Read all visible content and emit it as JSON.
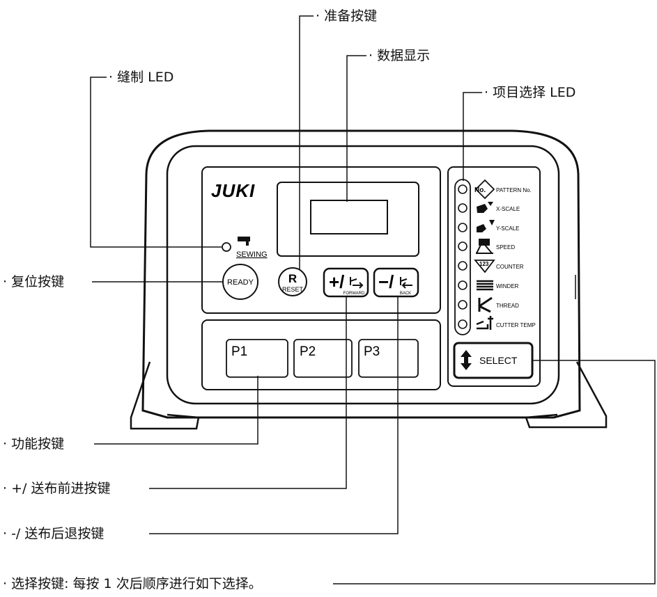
{
  "callouts": {
    "ready_key": "· 准备按键",
    "data_display": "· 数据显示",
    "sewing_led": "· 缝制 LED",
    "item_led": "· 项目选择 LED",
    "reset_key": "· 复位按键",
    "function_key": "· 功能按键",
    "forward_key": "· +/ 送布前进按键",
    "back_key": "· -/ 送布后退按键",
    "select_key": "· 选择按键:  每按 1 次后顺序进行如下选择。"
  },
  "panel": {
    "brand": "JUKI",
    "sewing_label": "SEWING",
    "ready_button": "READY",
    "reset_symbol": "R",
    "reset_label": "RESET",
    "forward_symbol": "+/",
    "forward_label": "FORWARD",
    "back_symbol": "−/",
    "back_label": "BACK",
    "function_keys": [
      "P1",
      "P2",
      "P3"
    ],
    "select_button": "SELECT",
    "pattern_badge": "No.",
    "counter_badge": "123",
    "items": [
      "PATTERN No.",
      "X-SCALE",
      "Y-SCALE",
      "SPEED",
      "COUNTER",
      "WINDER",
      "THREAD",
      "CUTTER TEMP"
    ]
  }
}
